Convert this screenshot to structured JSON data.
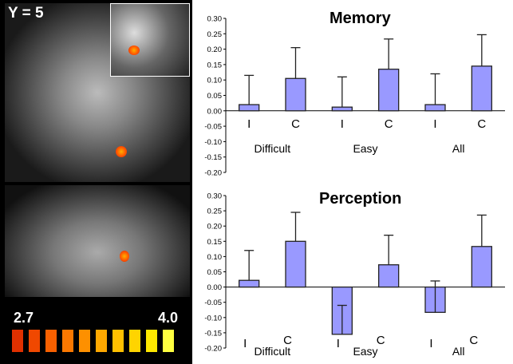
{
  "images": {
    "slice_label": "Y = 5",
    "colorbar_min": "2.7",
    "colorbar_max": "4.0",
    "colorbar_colors": [
      "#e03000",
      "#f04800",
      "#f86000",
      "#fb7800",
      "#fd9000",
      "#fea800",
      "#ffc000",
      "#ffd400",
      "#ffe800",
      "#ffff40"
    ]
  },
  "chart_data": [
    {
      "type": "bar",
      "title": "Memory",
      "categories": [
        "I",
        "C",
        "I",
        "C",
        "I",
        "C"
      ],
      "groups": [
        "Difficult",
        "Easy",
        "All"
      ],
      "values": [
        0.02,
        0.105,
        0.012,
        0.135,
        0.02,
        0.145
      ],
      "error_upper": [
        0.115,
        0.205,
        0.11,
        0.233,
        0.12,
        0.247
      ],
      "yticks": [
        "0.30",
        "0.25",
        "0.20",
        "0.15",
        "0.10",
        "0.05",
        "0.00",
        "-0.05",
        "-0.10",
        "-0.15",
        "-0.20"
      ],
      "ylim": [
        -0.2,
        0.3
      ],
      "bar_color": "#9999ff"
    },
    {
      "type": "bar",
      "title": "Perception",
      "categories": [
        "I",
        "C",
        "I",
        "C",
        "I",
        "C"
      ],
      "groups": [
        "Difficult",
        "Easy",
        "All"
      ],
      "values": [
        0.022,
        0.15,
        -0.155,
        0.073,
        -0.083,
        0.133
      ],
      "error_upper": [
        0.12,
        0.245,
        -0.06,
        0.17,
        0.02,
        0.236
      ],
      "yticks": [
        "0.30",
        "0.25",
        "0.20",
        "0.15",
        "0.10",
        "0.05",
        "0.00",
        "-0.05",
        "-0.10",
        "-0.15",
        "-0.20"
      ],
      "ylim": [
        -0.2,
        0.3
      ],
      "bar_color": "#9999ff"
    }
  ]
}
